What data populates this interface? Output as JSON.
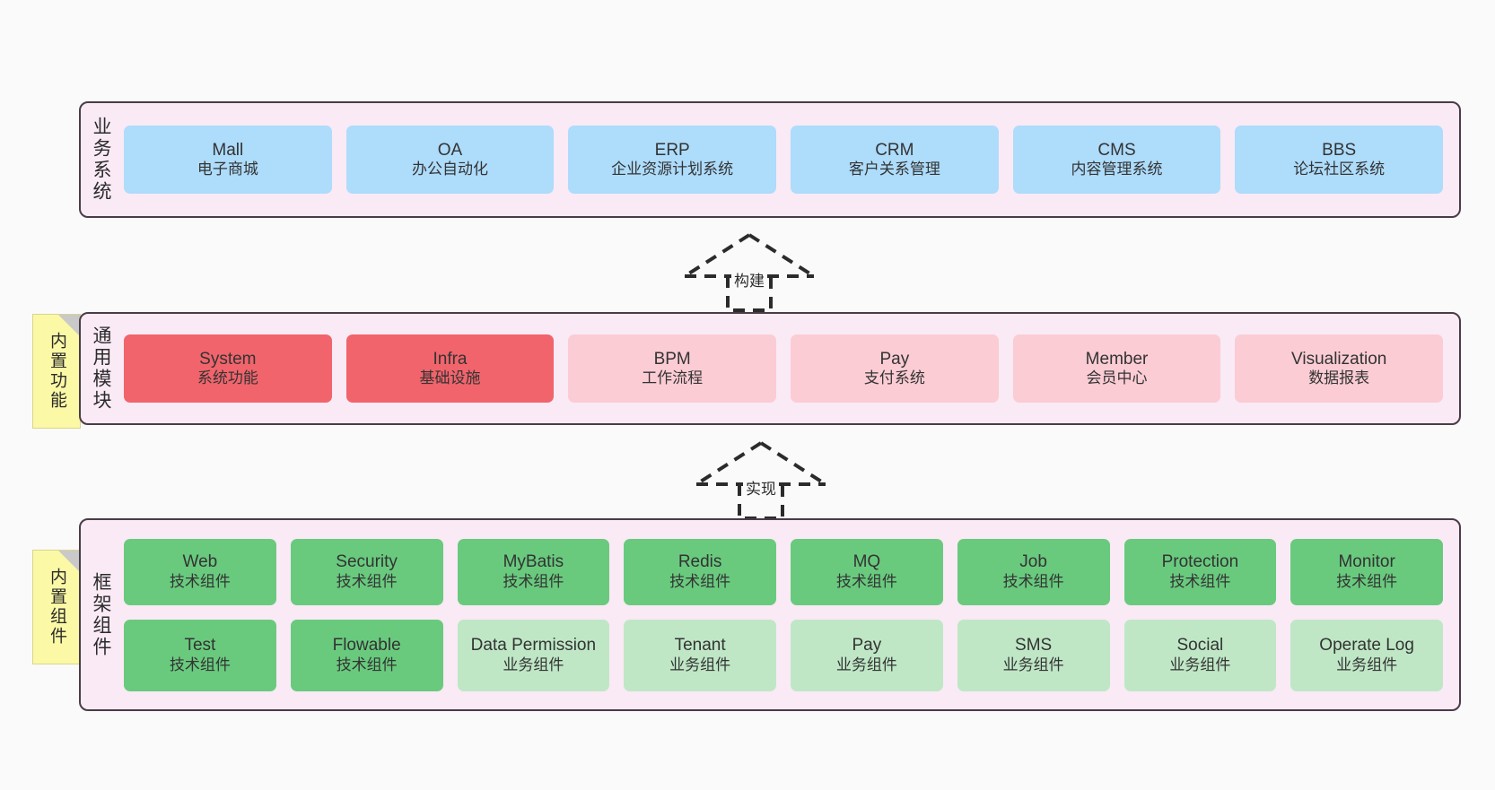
{
  "diagram": {
    "background_color": "#fafafa",
    "layer_fill": "#f9eaf5",
    "layer_border": "#4a3c46",
    "note_fill": "#fbf9a6"
  },
  "layers": [
    {
      "id": "business-system",
      "title": "业务系统",
      "node_color": "#aedcfb",
      "rows": [
        {
          "nodes": [
            {
              "title": "Mall",
              "subtitle": "电子商城",
              "style": "blue"
            },
            {
              "title": "OA",
              "subtitle": "办公自动化",
              "style": "blue"
            },
            {
              "title": "ERP",
              "subtitle": "企业资源计划系统",
              "style": "blue"
            },
            {
              "title": "CRM",
              "subtitle": "客户关系管理",
              "style": "blue"
            },
            {
              "title": "CMS",
              "subtitle": "内容管理系统",
              "style": "blue"
            },
            {
              "title": "BBS",
              "subtitle": "论坛社区系统",
              "style": "blue"
            }
          ]
        }
      ]
    },
    {
      "id": "common-module",
      "title": "通用模块",
      "note": "内置功能",
      "rows": [
        {
          "nodes": [
            {
              "title": "System",
              "subtitle": "系统功能",
              "style": "red-strong"
            },
            {
              "title": "Infra",
              "subtitle": "基础设施",
              "style": "red-strong"
            },
            {
              "title": "BPM",
              "subtitle": "工作流程",
              "style": "red-light"
            },
            {
              "title": "Pay",
              "subtitle": "支付系统",
              "style": "red-light"
            },
            {
              "title": "Member",
              "subtitle": "会员中心",
              "style": "red-light"
            },
            {
              "title": "Visualization",
              "subtitle": "数据报表",
              "style": "red-light"
            }
          ]
        }
      ]
    },
    {
      "id": "framework-component",
      "title": "框架组件",
      "note": "内置组件",
      "rows": [
        {
          "nodes": [
            {
              "title": "Web",
              "subtitle": "技术组件",
              "style": "green-strong"
            },
            {
              "title": "Security",
              "subtitle": "技术组件",
              "style": "green-strong"
            },
            {
              "title": "MyBatis",
              "subtitle": "技术组件",
              "style": "green-strong"
            },
            {
              "title": "Redis",
              "subtitle": "技术组件",
              "style": "green-strong"
            },
            {
              "title": "MQ",
              "subtitle": "技术组件",
              "style": "green-strong"
            },
            {
              "title": "Job",
              "subtitle": "技术组件",
              "style": "green-strong"
            },
            {
              "title": "Protection",
              "subtitle": "技术组件",
              "style": "green-strong"
            },
            {
              "title": "Monitor",
              "subtitle": "技术组件",
              "style": "green-strong"
            }
          ]
        },
        {
          "nodes": [
            {
              "title": "Test",
              "subtitle": "技术组件",
              "style": "green-strong"
            },
            {
              "title": "Flowable",
              "subtitle": "技术组件",
              "style": "green-strong"
            },
            {
              "title": "Data Permission",
              "subtitle": "业务组件",
              "style": "green-light"
            },
            {
              "title": "Tenant",
              "subtitle": "业务组件",
              "style": "green-light"
            },
            {
              "title": "Pay",
              "subtitle": "业务组件",
              "style": "green-light"
            },
            {
              "title": "SMS",
              "subtitle": "业务组件",
              "style": "green-light"
            },
            {
              "title": "Social",
              "subtitle": "业务组件",
              "style": "green-light"
            },
            {
              "title": "Operate Log",
              "subtitle": "业务组件",
              "style": "green-light"
            }
          ]
        }
      ]
    }
  ],
  "connectors": [
    {
      "id": "build",
      "label": "构建",
      "from": "common-module",
      "to": "business-system"
    },
    {
      "id": "implement",
      "label": "实现",
      "from": "framework-component",
      "to": "common-module"
    }
  ]
}
